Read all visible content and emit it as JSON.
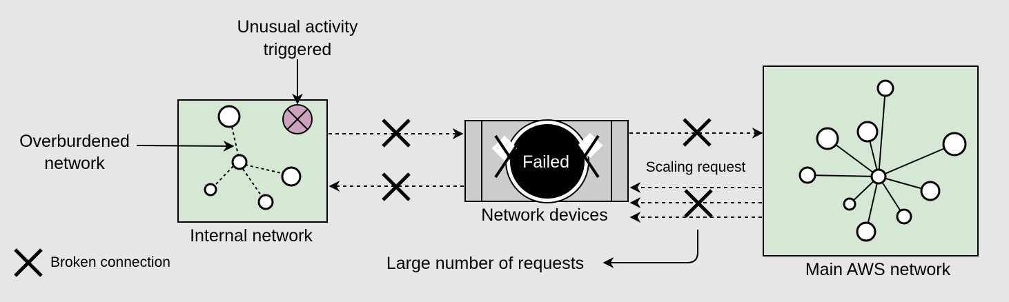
{
  "labels": {
    "unusual_line1": "Unusual activity",
    "unusual_line2": "triggered",
    "overburdened_line1": "Overburdened",
    "overburdened_line2": "network",
    "internal_network": "Internal network",
    "network_devices": "Network devices",
    "failed": "Failed",
    "scaling_request": "Scaling request",
    "large_requests": "Large number of requests",
    "main_aws_network": "Main AWS network"
  },
  "legend": {
    "broken_connection": "Broken connection"
  },
  "colors": {
    "background": "#e6e6e6",
    "network_fill": "#d5e8d4",
    "device_fill": "#cccccc",
    "alert_fill": "#cda2be",
    "failed_fill": "#000000",
    "stroke": "#000000"
  }
}
